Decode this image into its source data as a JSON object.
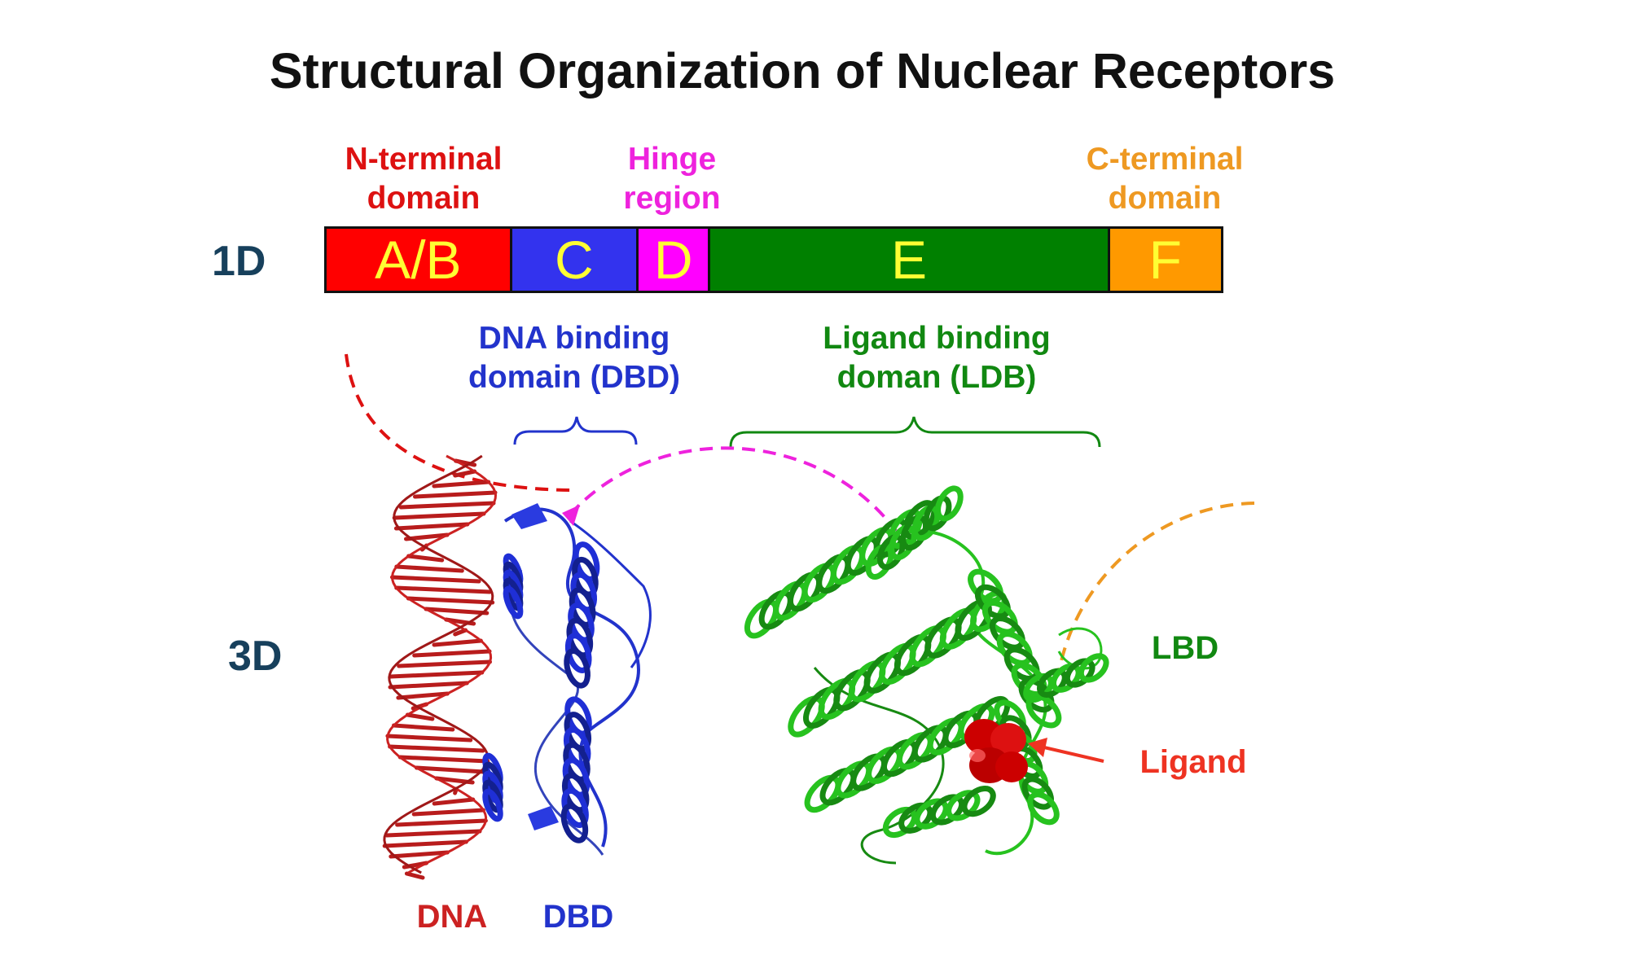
{
  "title": "Structural Organization of Nuclear Receptors",
  "row_labels": {
    "one_d": "1D",
    "three_d": "3D"
  },
  "top_labels": {
    "n_terminal": "N-terminal\ndomain",
    "hinge": "Hinge\nregion",
    "c_terminal": "C-terminal\ndomain"
  },
  "segments": [
    {
      "label": "A/B",
      "fill": "#ff0000",
      "text_color": "#ffff33",
      "span": 229
    },
    {
      "label": "C",
      "fill": "#3333ee",
      "text_color": "#ffff33",
      "span": 156
    },
    {
      "label": "D",
      "fill": "#ff00ff",
      "text_color": "#ffff33",
      "span": 89
    },
    {
      "label": "E",
      "fill": "#008000",
      "text_color": "#ffff33",
      "span": 493
    },
    {
      "label": "F",
      "fill": "#ff9900",
      "text_color": "#ffff33",
      "span": 137
    }
  ],
  "mid_labels": {
    "dbd": "DNA binding\ndomain (DBD)",
    "lbd": "Ligand binding\ndoman (LDB)"
  },
  "bottom_labels": {
    "dna": "DNA",
    "dbd": "DBD",
    "lbd": "LBD",
    "ligand": "Ligand"
  },
  "colors": {
    "n_terminal": "#dd1111",
    "hinge": "#ee22dd",
    "c_terminal": "#ee9922",
    "dbd": "#2233cc",
    "lbd": "#118811",
    "dna": "#cc2222",
    "ligand": "#ee3322",
    "row_label": "#17405c",
    "title": "#111111"
  },
  "icons": {
    "dna": "dna-double-helix-icon",
    "dbd": "dbd-ribbon-structure-icon",
    "lbd": "lbd-ribbon-structure-icon",
    "ligand": "ligand-spheres-icon"
  }
}
